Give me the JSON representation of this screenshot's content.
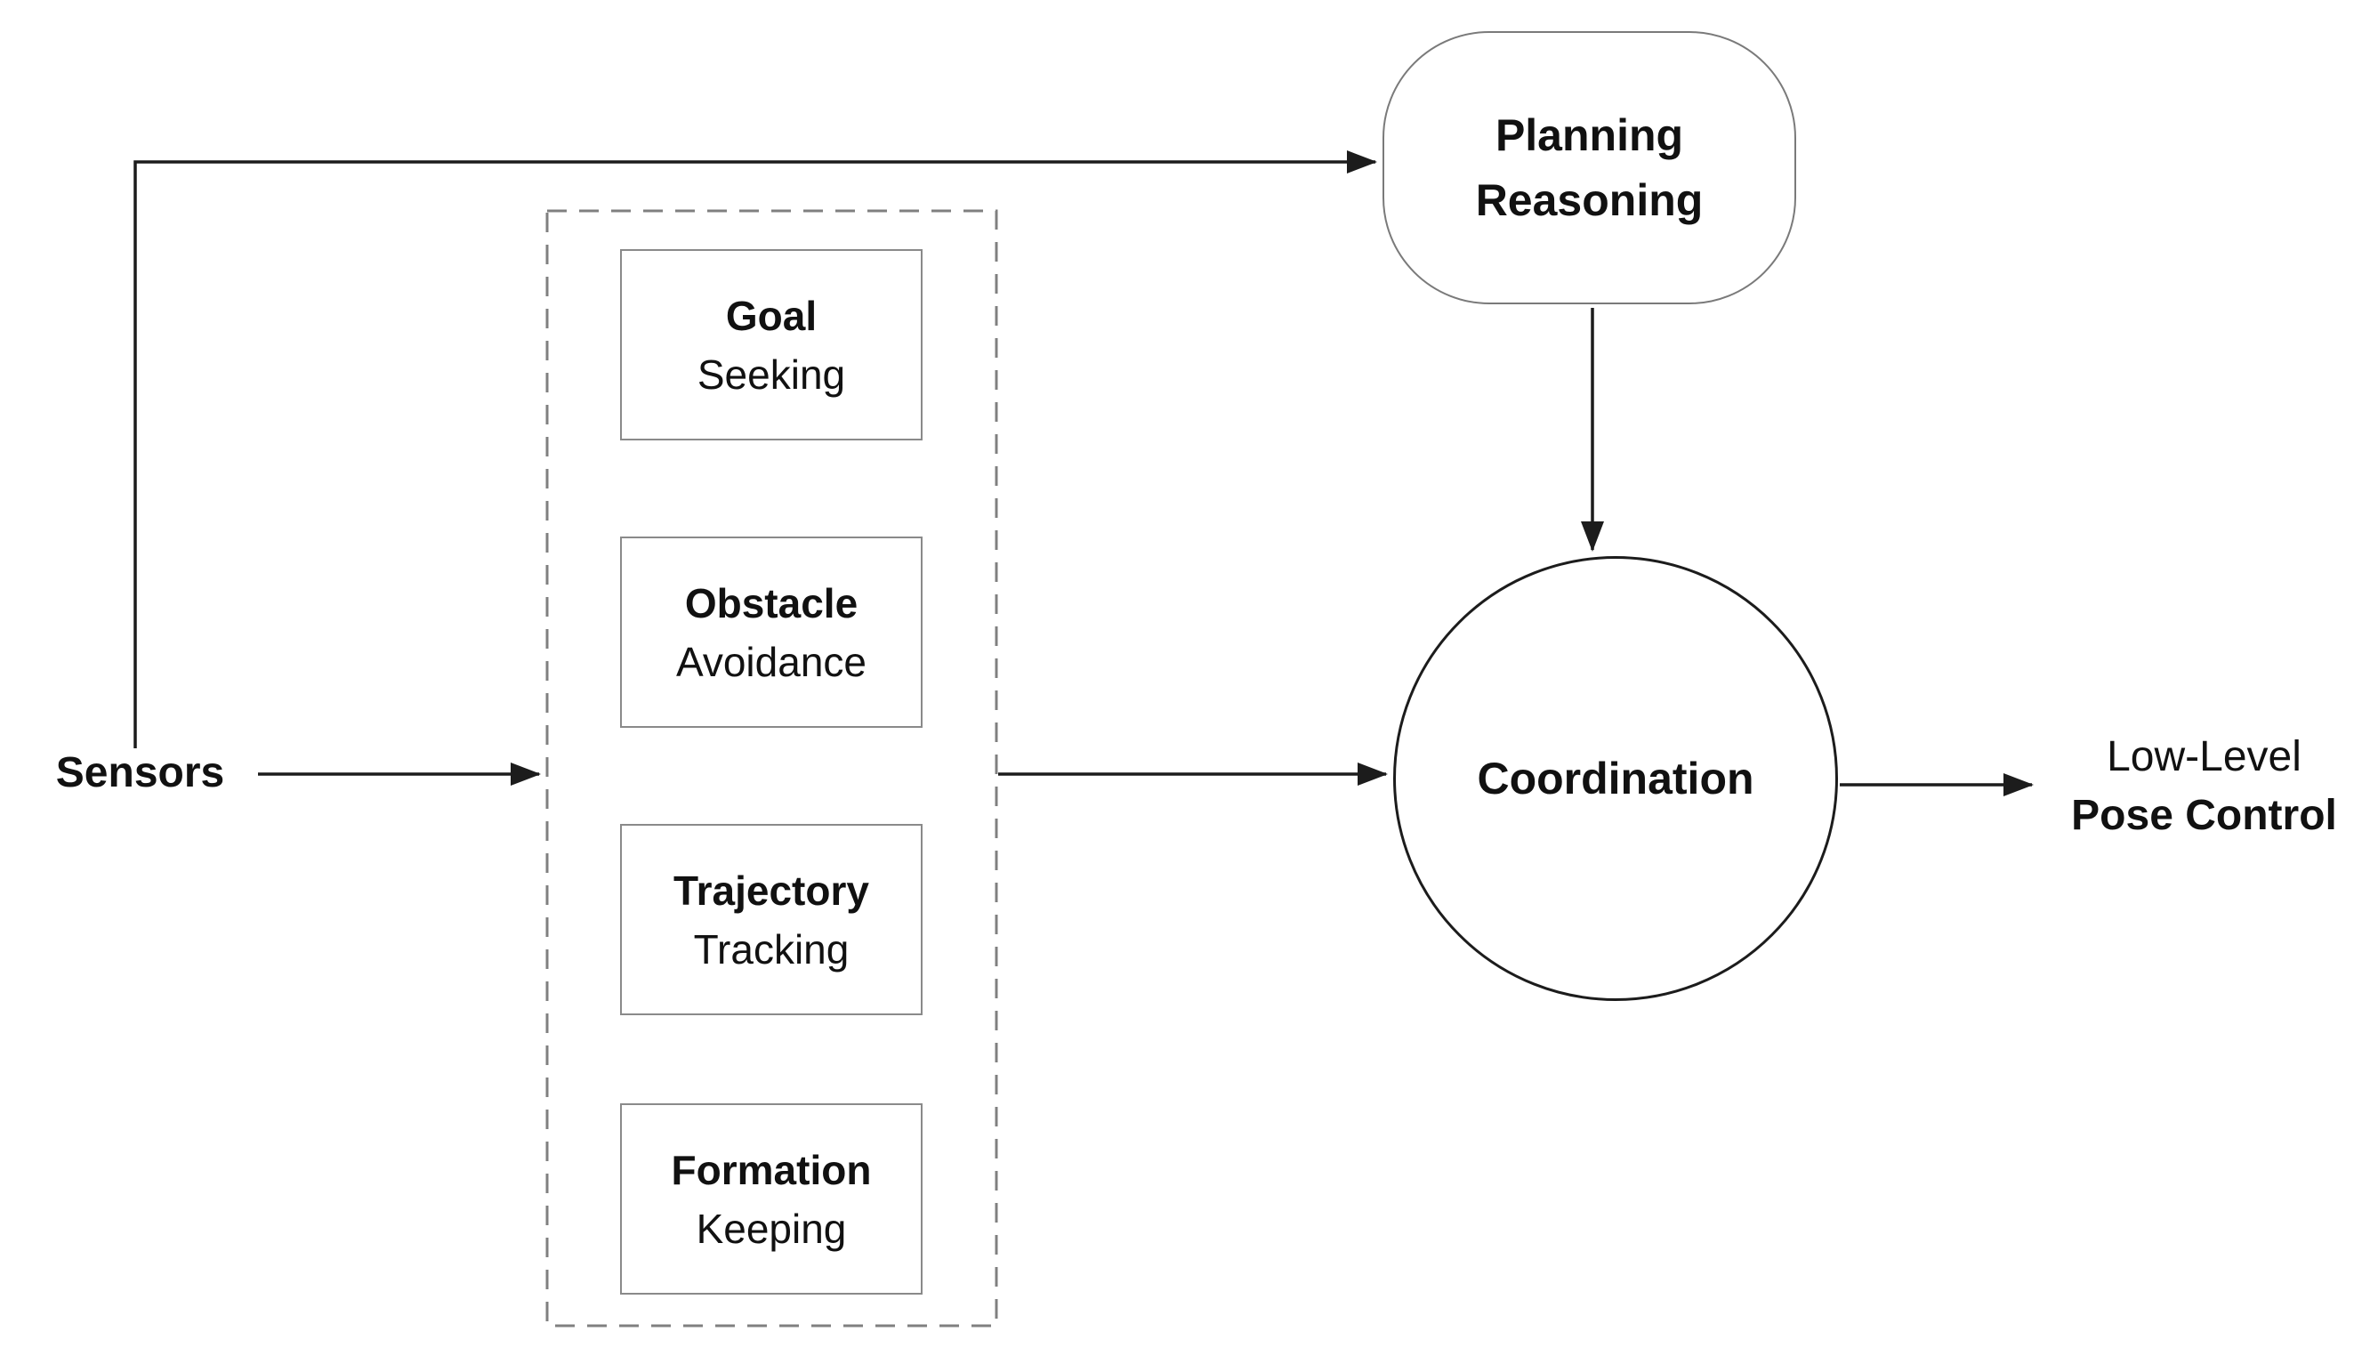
{
  "diagram": {
    "sensors_label": "Sensors",
    "behavior_group": {
      "boxes": [
        {
          "line1": "Goal",
          "line2": "Seeking"
        },
        {
          "line1": "Obstacle",
          "line2": "Avoidance"
        },
        {
          "line1": "Trajectory",
          "line2": "Tracking"
        },
        {
          "line1": "Formation",
          "line2": "Keeping"
        }
      ]
    },
    "planning_node": {
      "line1": "Planning",
      "line2": "Reasoning"
    },
    "coordination_label": "Coordination",
    "output_label": {
      "line1": "Low-Level",
      "line2": "Pose Control"
    },
    "colors": {
      "line": "#1c1c1c",
      "text": "#111111",
      "box_border": "#8a8a8a",
      "node_border": "#7a7a7a",
      "dashed_border": "#808080",
      "background": "#ffffff"
    }
  }
}
